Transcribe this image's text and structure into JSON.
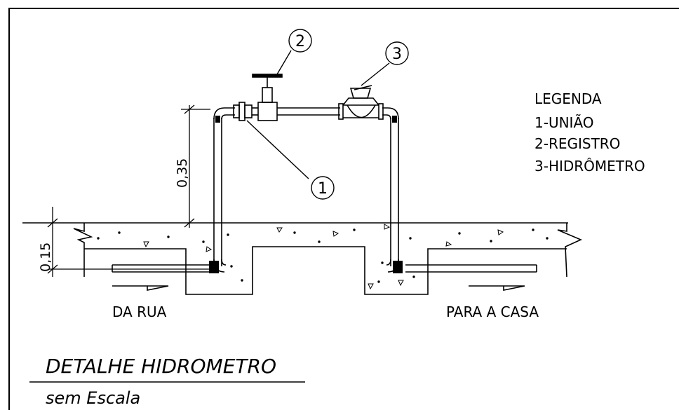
{
  "legend": {
    "title": "LEGENDA",
    "items": [
      "1-UNIÃO",
      "2-REGISTRO",
      "3-HIDRÔMETRO"
    ]
  },
  "callouts": [
    "1",
    "2",
    "3"
  ],
  "dimensions": {
    "height_pipe": "0,35",
    "height_ground": "0,15"
  },
  "labels": {
    "from_street": "DA RUA",
    "to_house": "PARA A CASA"
  },
  "title": {
    "main": "DETALHE HIDROMETRO",
    "scale": "sem Escala"
  }
}
